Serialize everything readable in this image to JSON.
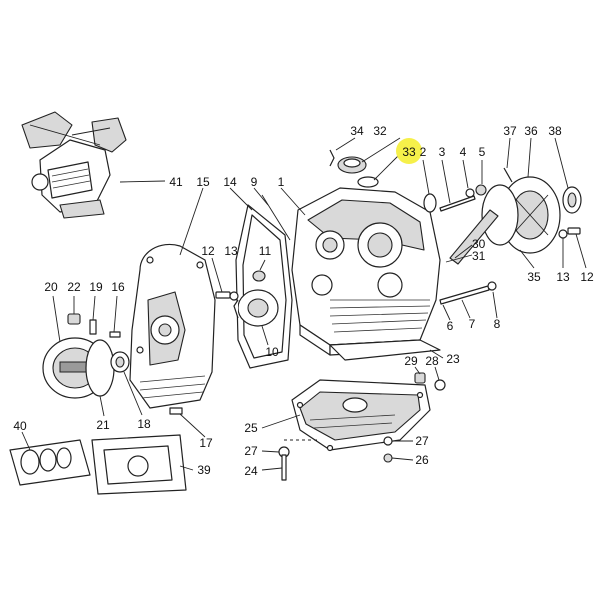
{
  "highlight_color": "#f6f04a",
  "highlighted_label": "33",
  "labels": {
    "l1": "1",
    "l2": "2",
    "l3": "3",
    "l4": "4",
    "l5": "5",
    "l6": "6",
    "l7": "7",
    "l8": "8",
    "l9": "9",
    "l10": "10",
    "l11": "11",
    "l12a": "12",
    "l12b": "12",
    "l13a": "13",
    "l13b": "13",
    "l14": "14",
    "l15": "15",
    "l16": "16",
    "l17": "17",
    "l18": "18",
    "l19": "19",
    "l20": "20",
    "l21": "21",
    "l22": "22",
    "l23": "23",
    "l24": "24",
    "l25": "25",
    "l26": "26",
    "l27a": "27",
    "l27b": "27",
    "l28": "28",
    "l29": "29",
    "l30": "30",
    "l31": "31",
    "l32": "32",
    "l33": "33",
    "l34": "34",
    "l35": "35",
    "l36": "36",
    "l37": "37",
    "l38": "38",
    "l39": "39",
    "l40": "40",
    "l41": "41"
  }
}
